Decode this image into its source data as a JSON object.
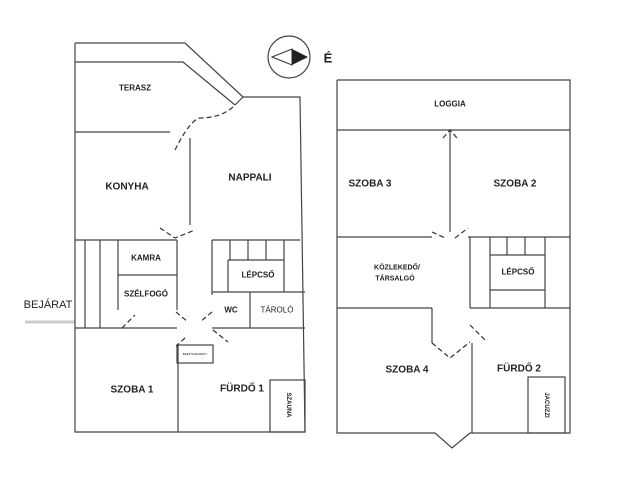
{
  "compass": {
    "north_label": "É"
  },
  "entrance_label": "BEJÁRAT",
  "ground_floor": {
    "rooms": {
      "terrace": "TERASZ",
      "kitchen": "KONYHA",
      "living_room": "NAPPALI",
      "pantry": "KAMRA",
      "vestibule": "SZÉLFOGÓ",
      "staircase": "LÉPCSŐ",
      "wc": "WC",
      "storage": "TÁROLÓ",
      "room1": "SZOBA 1",
      "bathroom1": "FÜRDŐ 1",
      "sauna": "SZAUNA",
      "wardrobe": "BEÉP.SZEKRÉNY"
    }
  },
  "upper_floor": {
    "rooms": {
      "loggia": "LOGGIA",
      "room3": "SZOBA 3",
      "room2": "SZOBA 2",
      "hall_line1": "KÖZLEKEDŐ/",
      "hall_line2": "TÁRSALGÓ",
      "staircase": "LÉPCSŐ",
      "room4": "SZOBA 4",
      "bathroom2": "FÜRDŐ 2",
      "jacuzzi": "JACUZZI"
    }
  }
}
